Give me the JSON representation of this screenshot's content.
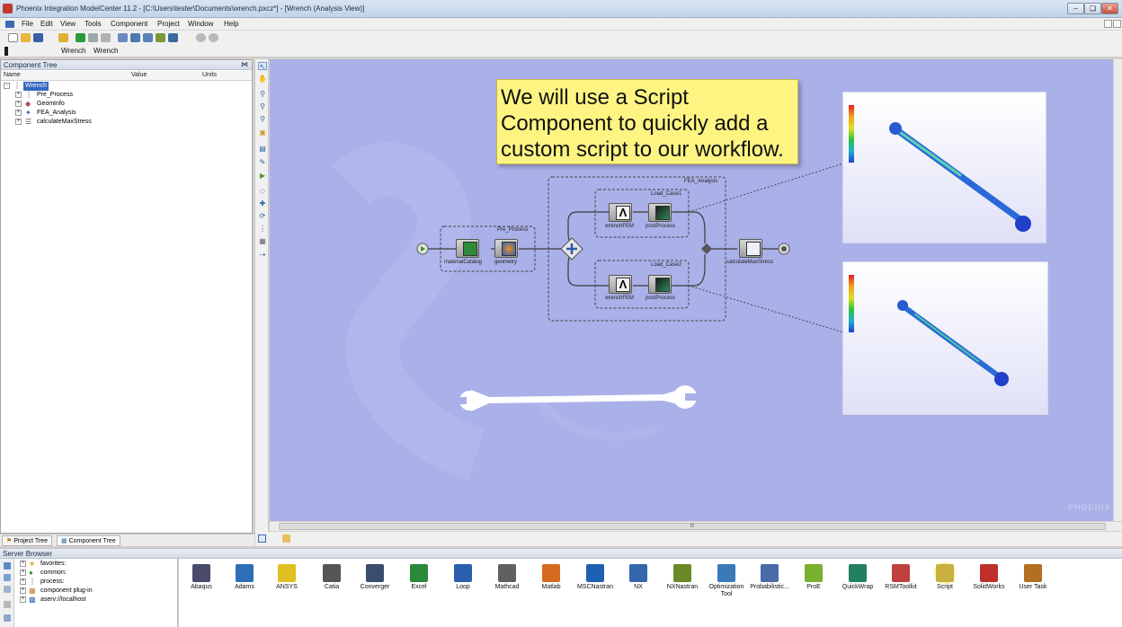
{
  "window": {
    "title": "Phoenix Integration ModelCenter 11.2 - [C:\\Users\\tester\\Documents\\wrench.pxcz*] - [Wrench (Analysis View)]"
  },
  "menu": [
    "File",
    "Edit",
    "View",
    "Tools",
    "Component",
    "Project",
    "Window",
    "Help"
  ],
  "doc_tabs": [
    "Wrench",
    "Wrench"
  ],
  "tree": {
    "title": "Component Tree",
    "columns": [
      "Name",
      "Value",
      "Units"
    ],
    "items": [
      {
        "label": "Wrench",
        "level": 0,
        "icon": "assembly-icon"
      },
      {
        "label": "Pre_Process",
        "level": 1,
        "icon": "assembly-icon"
      },
      {
        "label": "GeomInfo",
        "level": 1,
        "icon": "geominfo-icon"
      },
      {
        "label": "FEA_Analysis",
        "level": 1,
        "icon": "fea-icon"
      },
      {
        "label": "calculateMaxStress",
        "level": 1,
        "icon": "script-icon"
      }
    ]
  },
  "bottom_tabs": [
    "Project Tree",
    "Component Tree"
  ],
  "canvas": {
    "callout": "We will use a Script Component to quickly add a custom script to our workflow.",
    "groups": {
      "pre": "Pre_Process",
      "fea": "FEA_Analysis",
      "case1": "Load_Case1",
      "case2": "Load_Case2"
    },
    "nodes": [
      "materialCatalog",
      "geometry",
      "wrenchFEM",
      "postProcess",
      "wrenchFEM",
      "postProcess",
      "calculateMaxStress"
    ],
    "watermark": "PHOENIX"
  },
  "scroll_label": "III",
  "server_browser": {
    "title": "Server Browser",
    "tree": [
      "favorites:",
      "common:",
      "process:",
      "component plug-in",
      "aserv://localhost"
    ],
    "palette": [
      {
        "label": "Abaqus",
        "color": "#4a4a6a"
      },
      {
        "label": "Adams",
        "color": "#2e6fb8"
      },
      {
        "label": "ANSYS",
        "color": "#e0c020"
      },
      {
        "label": "Catia",
        "color": "#555555"
      },
      {
        "label": "Converger",
        "color": "#3a4d6e"
      },
      {
        "label": "Excel",
        "color": "#2a8a3a"
      },
      {
        "label": "Loop",
        "color": "#2a5fb0"
      },
      {
        "label": "Mathcad",
        "color": "#606060"
      },
      {
        "label": "Matlab",
        "color": "#d86a20"
      },
      {
        "label": "MSCNastran",
        "color": "#2060b0"
      },
      {
        "label": "NX",
        "color": "#3366aa"
      },
      {
        "label": "NXNastran",
        "color": "#6a8a2a"
      },
      {
        "label": "Optimization Tool",
        "color": "#3a7ab8"
      },
      {
        "label": "Probabilistic...",
        "color": "#4a6aa8"
      },
      {
        "label": "ProE",
        "color": "#7ab030"
      },
      {
        "label": "QuickWrap",
        "color": "#208060"
      },
      {
        "label": "RSMToolkit",
        "color": "#c04040"
      },
      {
        "label": "Script",
        "color": "#c8b040"
      },
      {
        "label": "SolidWorks",
        "color": "#c0302a"
      },
      {
        "label": "User Task",
        "color": "#b07020"
      }
    ]
  }
}
